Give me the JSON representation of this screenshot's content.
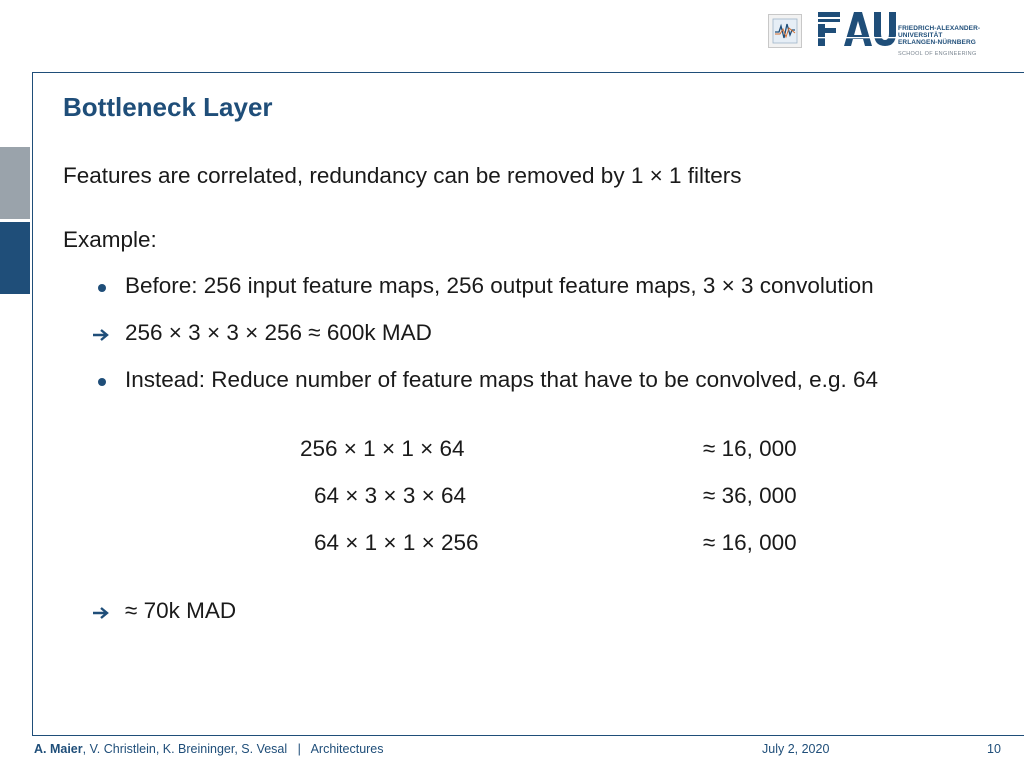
{
  "header": {
    "logo_mark": "FAU",
    "logo_lines": [
      "FRIEDRICH-ALEXANDER-",
      "UNIVERSITÄT",
      "ERLANGEN-NÜRNBERG"
    ],
    "school": "SCHOOL OF ENGINEERING",
    "icon": "wave-signal-icon"
  },
  "slide": {
    "title": "Bottleneck Layer",
    "intro": "Features are correlated, redundancy can be removed by 1 × 1 filters",
    "example": "Example:",
    "bullets": [
      {
        "type": "dot",
        "text": "Before: 256 input feature maps, 256 output feature maps, 3 × 3 convolution"
      },
      {
        "type": "arrow",
        "text": "256 × 3 × 3 × 256 ≈ 600k MAD"
      },
      {
        "type": "dot",
        "text": "Instead: Reduce number of feature maps that have to be convolved, e.g. 64"
      }
    ],
    "equations": [
      {
        "left": "256 × 1 × 1 × 64",
        "right": "≈ 16, 000"
      },
      {
        "left": " 64 × 3 × 3 × 64",
        "right": "≈ 36, 000"
      },
      {
        "left": " 64 × 1 × 1 × 256",
        "right": "≈ 16, 000"
      }
    ],
    "conclusion": "≈ 70k MAD"
  },
  "footer": {
    "lead_author": "A. Maier",
    "coauthors": ", V. Christlein, K. Breininger, S. Vesal",
    "separator": "|",
    "topic": "Architectures",
    "date": "July 2, 2020",
    "page": "10"
  },
  "colors": {
    "accent": "#1f4e79",
    "side_gray": "#9aa3ab"
  }
}
